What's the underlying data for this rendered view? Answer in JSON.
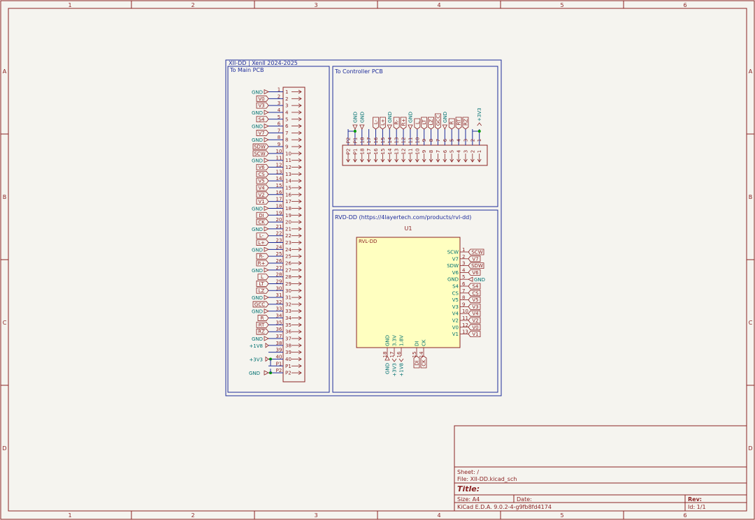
{
  "frame": {
    "columns": [
      "1",
      "2",
      "3",
      "4",
      "5",
      "6"
    ],
    "rows": [
      "A",
      "B",
      "C",
      "D"
    ]
  },
  "header": {
    "title": "XII-DD | Xenll 2024-2025",
    "main_pcb": "To Main PCB",
    "controller_pcb": "To Controller PCB",
    "rvl": "RVD-DD (https://4layertech.com/products/rvl-dd)"
  },
  "left_connector": {
    "pins": [
      "1",
      "2",
      "3",
      "4",
      "5",
      "6",
      "7",
      "8",
      "9",
      "10",
      "11",
      "12",
      "13",
      "14",
      "15",
      "16",
      "17",
      "18",
      "19",
      "20",
      "21",
      "22",
      "23",
      "24",
      "25",
      "26",
      "27",
      "28",
      "29",
      "30",
      "31",
      "32",
      "33",
      "34",
      "35",
      "36",
      "37",
      "38",
      "39",
      "40",
      "P1",
      "P2"
    ],
    "labels": [
      "GND",
      "V0",
      "V3",
      "GND",
      "S4",
      "GND",
      "V7",
      "GND",
      "SDW",
      "SCW",
      "GND",
      "V6",
      "CS",
      "V5",
      "V4",
      "V2",
      "V1",
      "GND",
      "DI",
      "CK",
      "GND",
      "L-",
      "L+",
      "GND",
      "R-",
      "R+",
      "GND",
      "L",
      "LT",
      "LZ",
      "GND",
      "GCC",
      "GND",
      "R",
      "RT",
      "RZ",
      "GND",
      "+1V8",
      "",
      "+3V3",
      "",
      ""
    ],
    "label_types": [
      "gnd",
      "box",
      "box",
      "gnd",
      "box",
      "gnd",
      "box",
      "gnd",
      "box",
      "box",
      "gnd",
      "box",
      "box",
      "box",
      "box",
      "box",
      "box",
      "gnd",
      "box",
      "box",
      "gnd",
      "box",
      "box",
      "gnd",
      "box",
      "box",
      "gnd",
      "box",
      "box",
      "box",
      "gnd",
      "box",
      "gnd",
      "box",
      "box",
      "box",
      "gnd",
      "power",
      "none",
      "power",
      "none",
      "none"
    ],
    "gnd_p2": "GND"
  },
  "top_connector": {
    "pins": [
      "P2",
      "P1",
      "18",
      "17",
      "16",
      "15",
      "14",
      "13",
      "12",
      "11",
      "10",
      "9",
      "8",
      "7",
      "6",
      "5",
      "4",
      "3",
      "2",
      "1"
    ],
    "nets": [
      "P2",
      "P1",
      "18",
      "17",
      "16",
      "15",
      "14",
      "13",
      "12",
      "11",
      "10",
      "9",
      "8",
      "7",
      "6",
      "5",
      "4",
      "3",
      "2",
      "1"
    ],
    "labels": [
      "",
      "",
      "GND",
      "",
      "L-",
      "L+",
      "GND",
      "R-",
      "R+",
      "GND",
      "L",
      "LT",
      "LZ",
      "GCC",
      "GND",
      "R",
      "RT",
      "RZ",
      "",
      ""
    ],
    "label_types": [
      "none",
      "none",
      "gnd",
      "none",
      "box",
      "box",
      "gnd",
      "box",
      "box",
      "gnd",
      "box",
      "box",
      "box",
      "box",
      "gnd",
      "box",
      "box",
      "box",
      "none",
      "none"
    ],
    "gnd_left": "GND",
    "power_right": "+3V3"
  },
  "rvl": {
    "ref": "U1",
    "value": "RVL-DD",
    "right_pins": [
      "1",
      "2",
      "3",
      "4",
      "5",
      "6",
      "7",
      "8",
      "9",
      "10",
      "11",
      "12",
      "13"
    ],
    "right_names": [
      "SCW",
      "V7",
      "SDW",
      "V6",
      "GND",
      "S4",
      "CS",
      "V5",
      "V3",
      "V4",
      "V2",
      "V0",
      "V1"
    ],
    "right_labels": [
      "SCW",
      "V7",
      "SDW",
      "V6",
      "GND",
      "S4",
      "CS",
      "V5",
      "V3",
      "V4",
      "V2",
      "V0",
      "V1"
    ],
    "bottom_pins": [
      "18",
      "17",
      "16",
      "15",
      "14"
    ],
    "bottom_names": [
      "GND",
      "3.3V",
      "1.8V",
      "DI",
      "CK"
    ],
    "bottom_labels": [
      "GND",
      "+3V3",
      "+1V8",
      "DI",
      "CK"
    ]
  },
  "title_block": {
    "sheet": "Sheet: /",
    "file": "File: XII-DD.kicad_sch",
    "title": "Title:",
    "size": "Size: A4",
    "date": "Date:",
    "rev": "Rev:",
    "kicad": "KiCad E.D.A. 9.0.2-4-g9fb8fd4174",
    "id": "Id: 1/1"
  },
  "colors": {
    "frame": "#8b2323",
    "wire": "#1d2b9a",
    "pin": "#8b2323",
    "net": "#007070",
    "body": "#ffffc0",
    "junction": "#009900"
  }
}
